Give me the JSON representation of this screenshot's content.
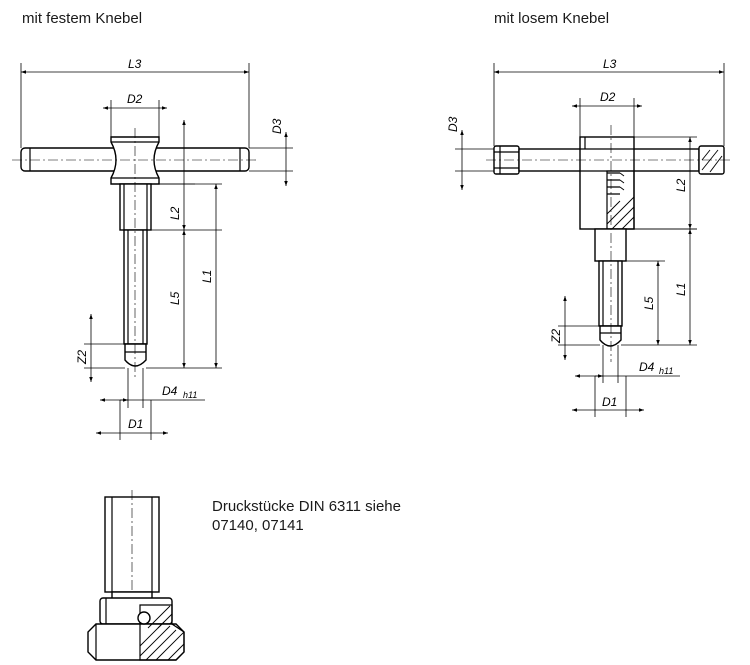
{
  "captions": {
    "fixed": "mit festem Knebel",
    "loose": "mit losem Knebel"
  },
  "note": {
    "line1": "Druckstücke DIN 6311 siehe",
    "line2": "07140, 07141"
  },
  "labels": {
    "L3": "L3",
    "D2": "D2",
    "D3": "D3",
    "L2": "L2",
    "L1": "L1",
    "L5": "L5",
    "Z2": "Z2",
    "D4": "D4",
    "h11": "h11",
    "D1": "D1"
  }
}
